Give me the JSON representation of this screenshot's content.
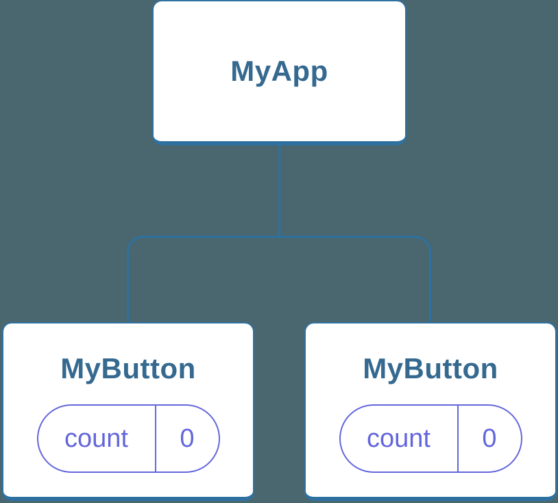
{
  "colors": {
    "background": "#4A6770",
    "node_border": "#2E71A1",
    "node_fill": "#FFFFFF",
    "title_text": "#35698F",
    "state_accent": "#6366DB"
  },
  "tree": {
    "root": {
      "label": "MyApp"
    },
    "children": [
      {
        "label": "MyButton",
        "state": {
          "name": "count",
          "value": "0"
        }
      },
      {
        "label": "MyButton",
        "state": {
          "name": "count",
          "value": "0"
        }
      }
    ]
  }
}
